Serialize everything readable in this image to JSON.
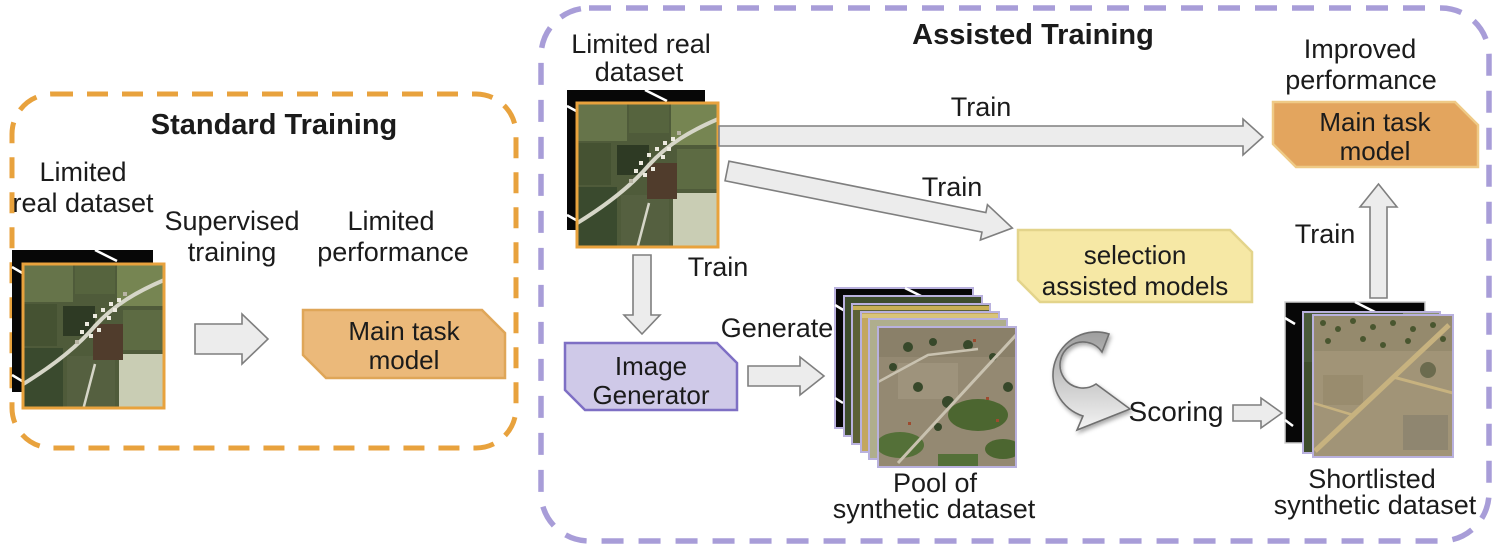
{
  "figure": {
    "standard": {
      "title": "Standard Training",
      "dataset_line1": "Limited",
      "dataset_line2": "real dataset",
      "supervised_line1": "Supervised",
      "supervised_line2": "training",
      "performance_line1": "Limited",
      "performance_line2": "performance",
      "model_line1": "Main task",
      "model_line2": "model"
    },
    "assisted": {
      "title": "Assisted Training",
      "dataset_line1": "Limited real",
      "dataset_line2": "dataset",
      "train_top": "Train",
      "train_middle": "Train",
      "train_generator": "Train",
      "train_final": "Train",
      "generate": "Generate",
      "scoring": "Scoring",
      "generator_line1": "Image",
      "generator_line2": "Generator",
      "selection_line1": "selection",
      "selection_line2": "assisted models",
      "pool_line1": "Pool of",
      "pool_line2": "synthetic dataset",
      "shortlist_line1": "Shortlisted",
      "shortlist_line2": "synthetic dataset",
      "improved_line1": "Improved",
      "improved_line2": "performance",
      "model_line1": "Main task",
      "model_line2": "model"
    }
  },
  "colors": {
    "standard_border": "#E8A23D",
    "standard_title": "#E8A23D",
    "assisted_border": "#A89DD8",
    "assisted_title": "#8A7BC8",
    "text": "#1B1B1B",
    "model_flag_standard_fill": "#EBB97A",
    "model_flag_standard_border": "#DFA658",
    "model_flag_assisted_fill": "#E3A55E",
    "model_flag_assisted_border": "#EFCA86",
    "generator_fill": "#CFC9E8",
    "generator_border": "#7E6FC4",
    "selection_fill": "#F6E8A5",
    "selection_border": "#E3D48B",
    "arrow_fill": "#ECECEC",
    "arrow_border": "#7F7F7F",
    "real_image_border": "#E8A23D",
    "synthetic_image_border": "#B9B1DE"
  }
}
